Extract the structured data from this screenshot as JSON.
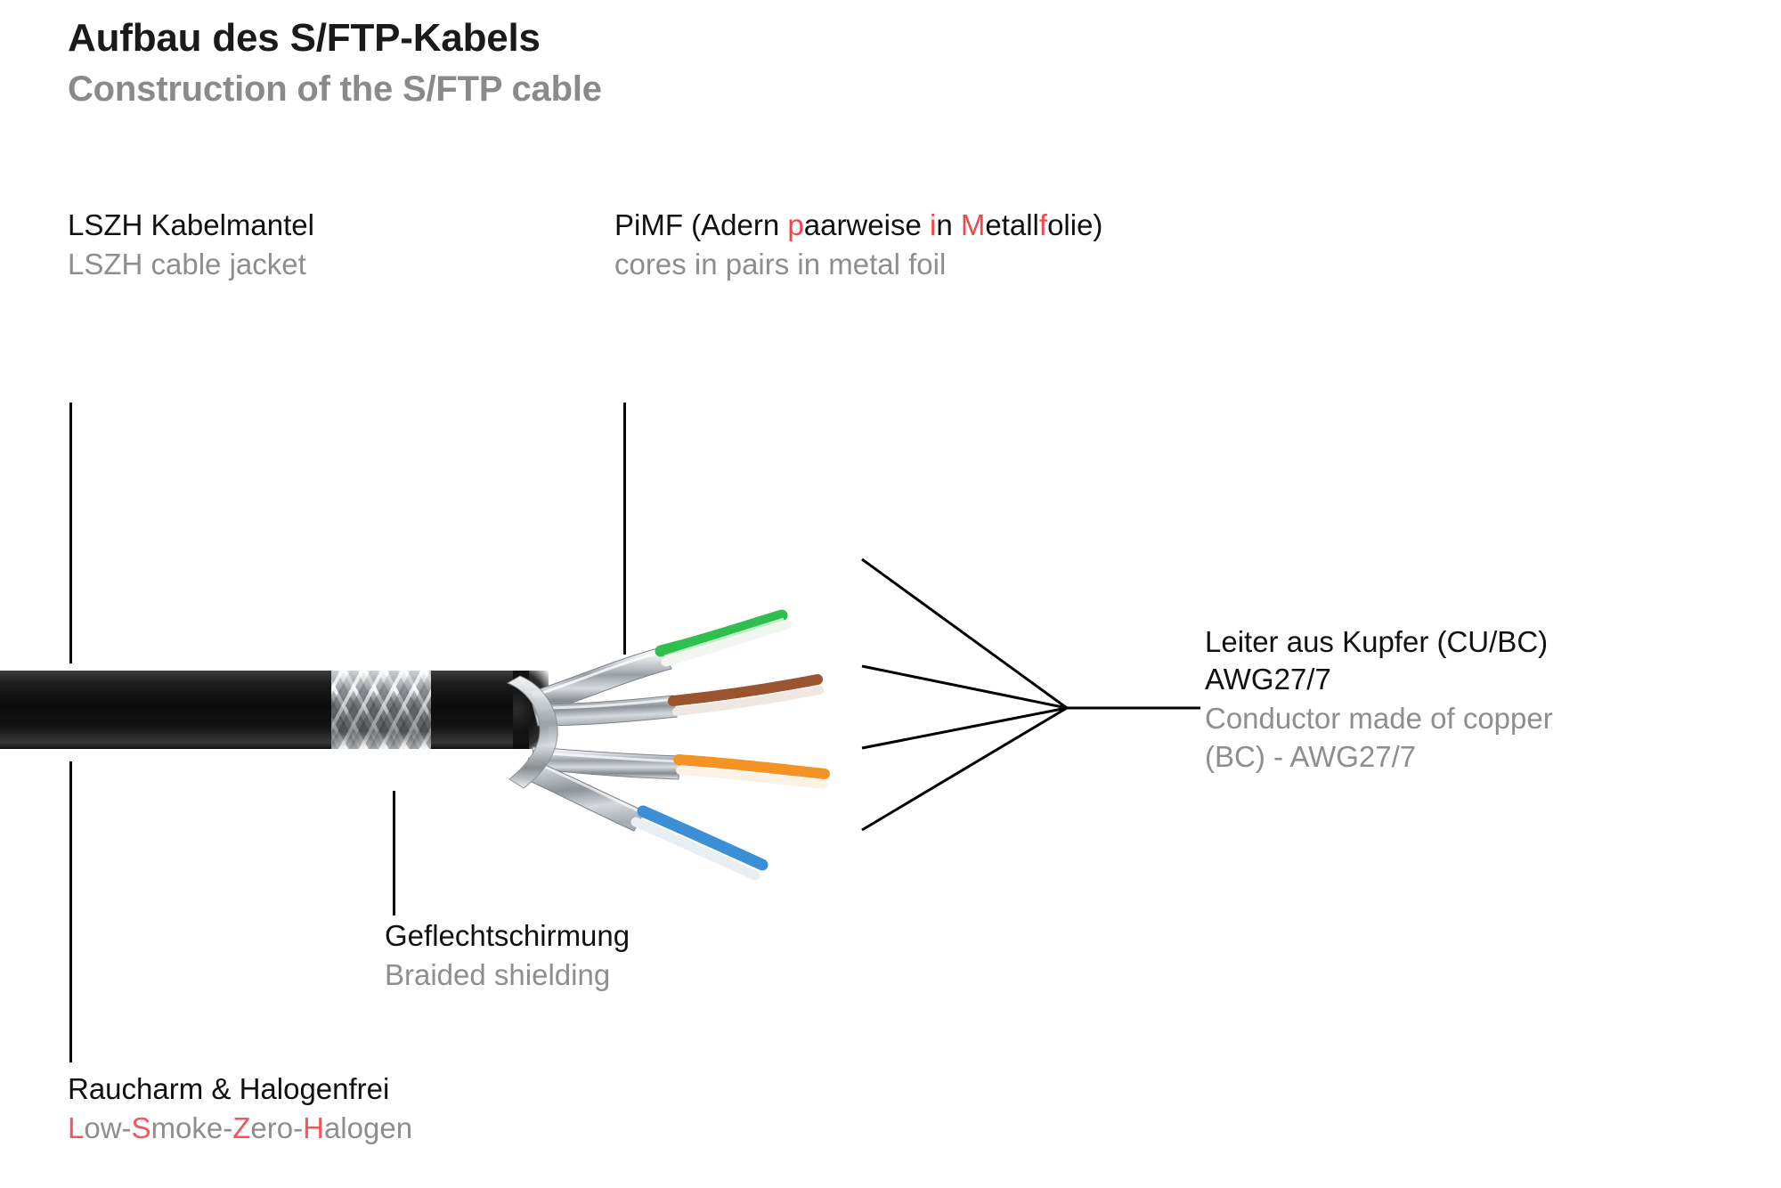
{
  "header": {
    "title_de": "Aufbau des S/FTP-Kabels",
    "title_en": "Construction of the S/FTP cable"
  },
  "callouts": {
    "jacket": {
      "de": "LSZH Kabelmantel",
      "en": "LSZH cable jacket"
    },
    "pimf": {
      "de_parts": [
        {
          "text": "PiMF (Adern ",
          "highlight": false
        },
        {
          "text": "p",
          "highlight": true
        },
        {
          "text": "aarweise ",
          "highlight": false
        },
        {
          "text": "i",
          "highlight": true
        },
        {
          "text": "n ",
          "highlight": false
        },
        {
          "text": "M",
          "highlight": true
        },
        {
          "text": "etall",
          "highlight": false
        },
        {
          "text": "f",
          "highlight": true
        },
        {
          "text": "olie)",
          "highlight": false
        }
      ],
      "de_plain": "PiMF (Adern paarweise in Metallfolie)",
      "en": "cores in pairs in metal foil"
    },
    "conductor": {
      "de": "Leiter aus Kupfer (CU/BC)\nAWG27/7",
      "en": "Conductor made of copper\n(BC) - AWG27/7"
    },
    "braid": {
      "de": "Geflechtschirmung",
      "en": "Braided shielding"
    },
    "lszh": {
      "de": "Raucharm & Halogenfrei",
      "en_parts": [
        {
          "text": "L",
          "highlight": true
        },
        {
          "text": "ow-",
          "highlight": false
        },
        {
          "text": "S",
          "highlight": true
        },
        {
          "text": "moke-",
          "highlight": false
        },
        {
          "text": "Z",
          "highlight": true
        },
        {
          "text": "ero-",
          "highlight": false
        },
        {
          "text": "H",
          "highlight": true
        },
        {
          "text": "alogen",
          "highlight": false
        }
      ],
      "en_plain": "Low-Smoke-Zero-Halogen"
    }
  },
  "colors": {
    "highlight_red": "#f4464a",
    "text_dark": "#111111",
    "text_grey": "#8e8e8e",
    "jacket_black": "#0b0b0b",
    "shield_silver": "#b8bcc0"
  },
  "illustration": {
    "pairs": [
      {
        "name": "green-pair",
        "color": "#2fbf4f",
        "stripe": "#f2f6f0"
      },
      {
        "name": "brown-pair",
        "color": "#9a5430",
        "stripe": "#efe7e2"
      },
      {
        "name": "orange-pair",
        "color": "#f39324",
        "stripe": "#fbf2e4"
      },
      {
        "name": "blue-pair",
        "color": "#3b8fd4",
        "stripe": "#e9eef3"
      }
    ]
  }
}
